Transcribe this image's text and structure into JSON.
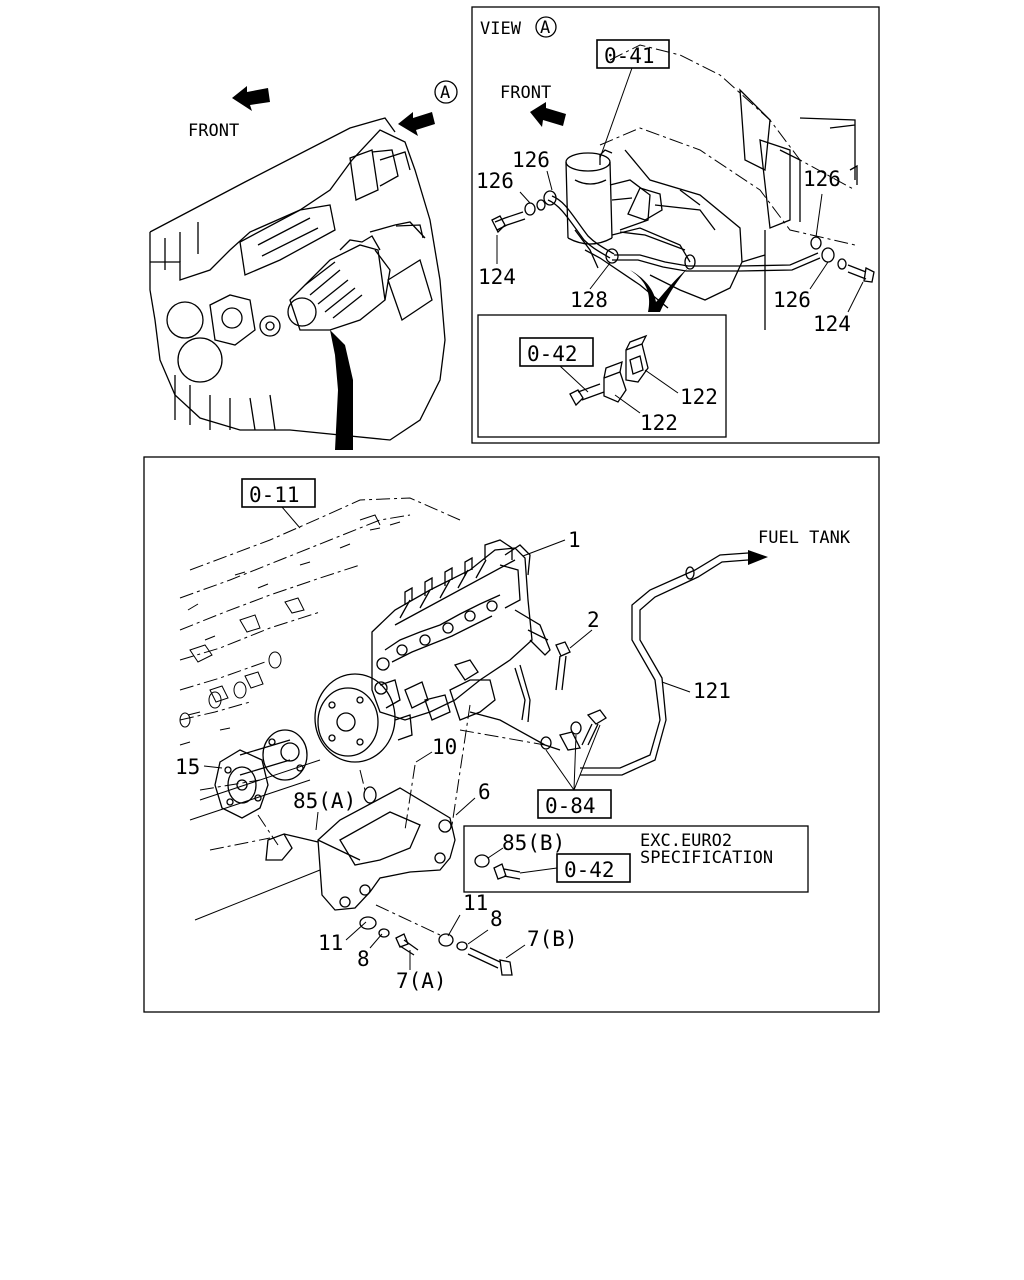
{
  "overview": {
    "front_label": "FRONT",
    "view_marker": "A"
  },
  "view_a": {
    "title": "VIEW",
    "title_marker": "A",
    "front_label": "FRONT",
    "ref_box": "0-41",
    "callouts": [
      "126",
      "126",
      "126",
      "124",
      "128",
      "126",
      "124"
    ],
    "inset": {
      "ref_box": "0-42",
      "callouts": [
        "122",
        "122"
      ]
    }
  },
  "main": {
    "ref_box_top": "0-11",
    "fuel_tank_label": "FUEL TANK",
    "ref_box_pipe": "0-84",
    "callouts": [
      "1",
      "2",
      "121",
      "15",
      "10",
      "85(A)",
      "6",
      "11",
      "8",
      "7(A)",
      "11",
      "8",
      "7(B)"
    ],
    "spec_box": {
      "callout": "85(B)",
      "ref_box": "0-42",
      "note_line1": "EXC.EURO2",
      "note_line2": "SPECIFICATION"
    }
  }
}
